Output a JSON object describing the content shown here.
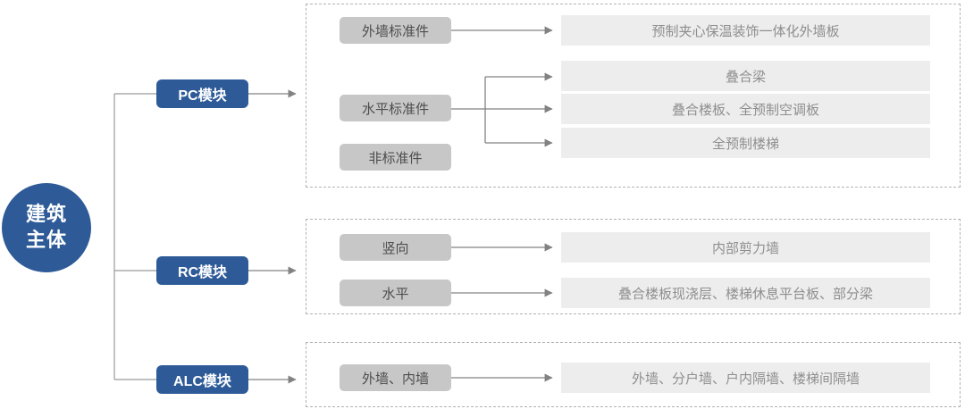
{
  "root": {
    "line1": "建筑",
    "line2": "主体"
  },
  "modules": {
    "pc": {
      "label": "PC模块"
    },
    "rc": {
      "label": "RC模块"
    },
    "alc": {
      "label": "ALC模块"
    }
  },
  "pc_group": {
    "labels": {
      "exterior_wall_standard": "外墙标准件",
      "horizontal_standard": "水平标准件",
      "non_standard": "非标准件"
    },
    "outcomes": {
      "row1": "预制夹心保温装饰一体化外墙板",
      "row2": "叠合梁",
      "row3": "叠合楼板、全预制空调板",
      "row4": "全预制楼梯"
    }
  },
  "rc_group": {
    "labels": {
      "vertical": "竖向",
      "horizontal": "水平"
    },
    "outcomes": {
      "row1": "内部剪力墙",
      "row2": "叠合楼板现浇层、楼梯休息平台板、部分梁"
    }
  },
  "alc_group": {
    "labels": {
      "walls": "外墙、内墙"
    },
    "outcomes": {
      "row1": "外墙、分户墙、户内隔墙、楼梯间隔墙"
    }
  },
  "colors": {
    "node_blue": "#2e5b98",
    "label_box_gray": "#c7c7c7",
    "label_text_gray": "#4d4d4d",
    "outcome_box_gray": "#ededed",
    "outcome_text_gray": "#8e8e8e",
    "connector_gray": "#828282",
    "dashed_border_gray": "#b2b2b2"
  }
}
